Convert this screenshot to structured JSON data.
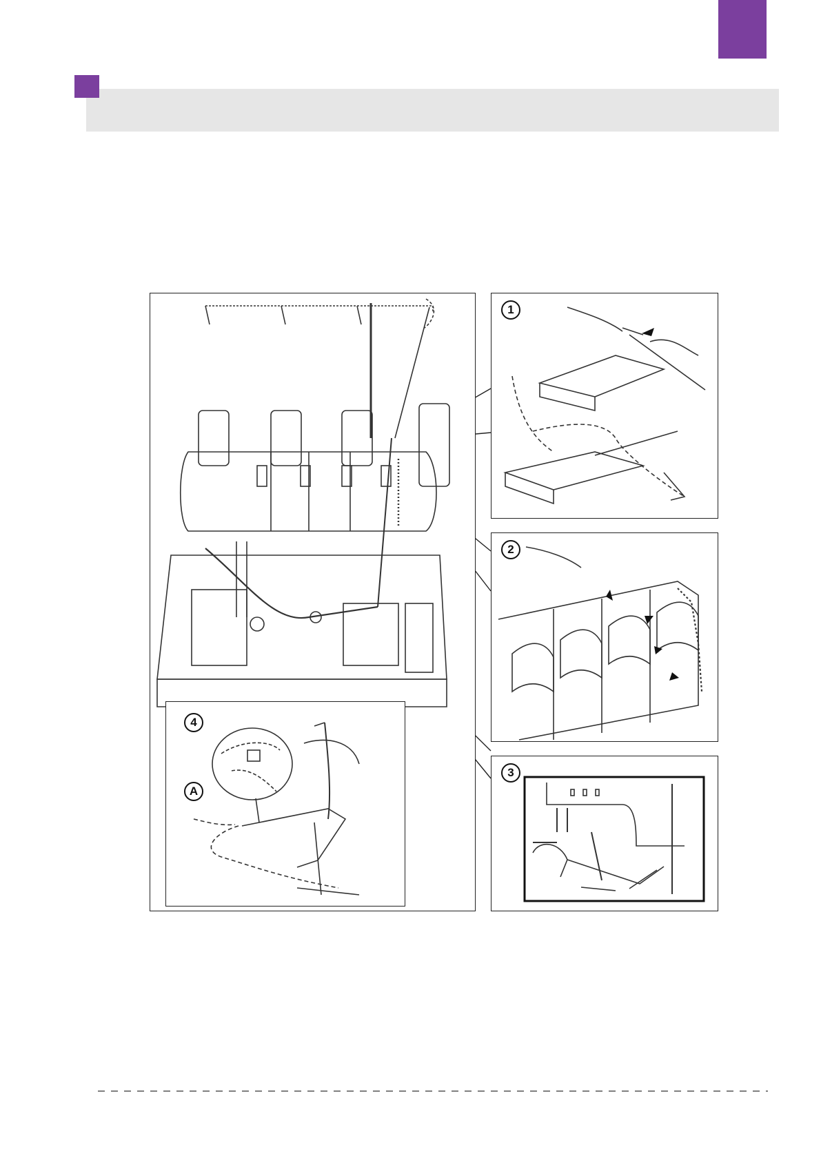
{
  "colors": {
    "accent": "#7b3f9e",
    "header_band": "#e6e6e6",
    "line_art": "#222222"
  },
  "figure": {
    "callouts": {
      "step1": "1",
      "step2": "2",
      "step3": "3",
      "step4": "4",
      "detail_a": "A"
    }
  }
}
